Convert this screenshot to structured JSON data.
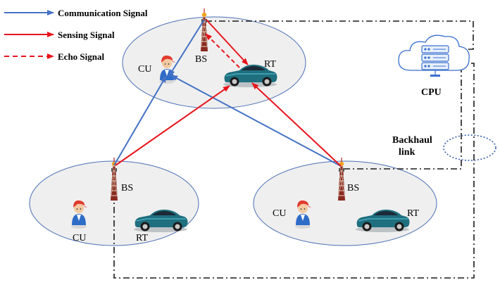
{
  "legend": {
    "communication": "Communication Signal",
    "sensing": "Sensing Signal",
    "echo": "Echo Signal"
  },
  "colors": {
    "communication": "#4472c4",
    "sensing": "#e8141c",
    "echo": "#e8141c",
    "cell_fill": "#efefef",
    "cell_stroke": "#4a6fb5",
    "backhaul": "#1a1a1a",
    "cpu_outline": "#3a6fd0"
  },
  "cells": {
    "top": {
      "bs": "BS",
      "cu": "CU",
      "rt": "RT"
    },
    "left": {
      "bs": "BS",
      "cu": "CU",
      "rt": "RT"
    },
    "right": {
      "bs": "BS",
      "cu": "CU",
      "rt": "RT"
    }
  },
  "cpu": {
    "label": "CPU"
  },
  "backhaul": {
    "line1": "Backhaul",
    "line2": "link"
  },
  "icons": [
    "tower-icon",
    "user-icon",
    "car-icon",
    "server-icon",
    "cloud-icon"
  ]
}
